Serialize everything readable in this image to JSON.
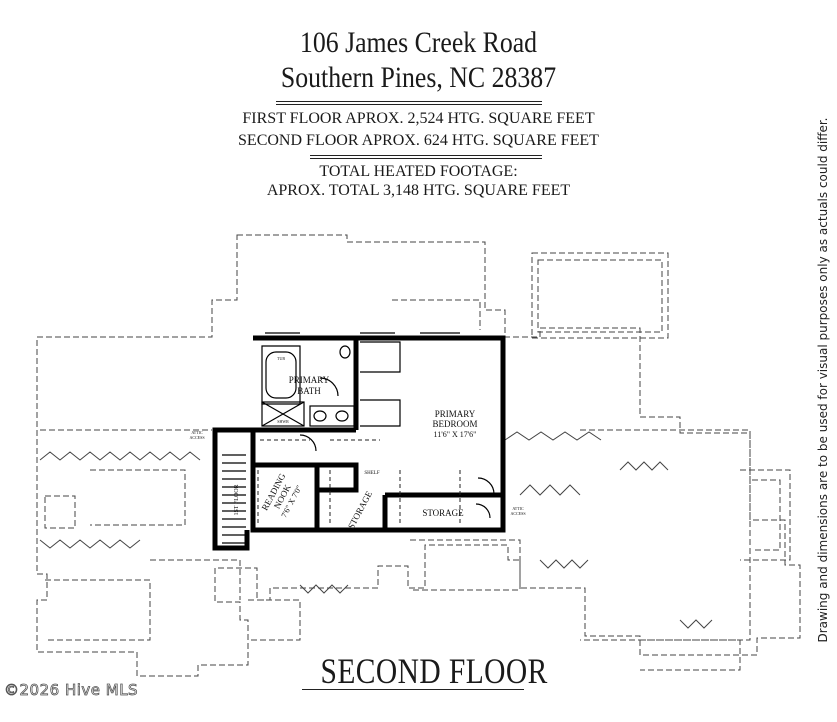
{
  "header": {
    "address_line1": "106 James Creek Road",
    "address_line2": "Southern Pines, NC 28387",
    "first_floor": "FIRST FLOOR APROX. 2,524 HTG. SQUARE FEET",
    "second_floor": "SECOND FLOOR APROX. 624 HTG. SQUARE FEET",
    "total_label": "TOTAL HEATED FOOTAGE:",
    "total_value": "APROX. TOTAL 3,148 HTG. SQUARE FEET"
  },
  "disclaimer": "Drawing and dimensions are to be used for visual purposes only as actuals could differ.",
  "plan": {
    "title": "SECOND FLOOR",
    "rooms": {
      "primary_bath": [
        "PRIMARY",
        "BATH"
      ],
      "primary_bedroom": [
        "PRIMARY",
        "BEDROOM",
        "11'6\" X 17'6\""
      ],
      "reading_nook": [
        "READING",
        "NOOK",
        "7'6\" X 7'0\""
      ],
      "storage_small": "STORAGE",
      "storage_large": "STORAGE",
      "shelf": "SHELF",
      "shower": "SHWR",
      "tub": "TUB",
      "first_floor": "1ST FLOOR",
      "attic_access_left": [
        "ATTIC",
        "ACCESS"
      ],
      "attic_access_right": [
        "ATTIC",
        "ACCESS"
      ]
    }
  },
  "footer": {
    "copyright": "©2026 Hive MLS"
  }
}
